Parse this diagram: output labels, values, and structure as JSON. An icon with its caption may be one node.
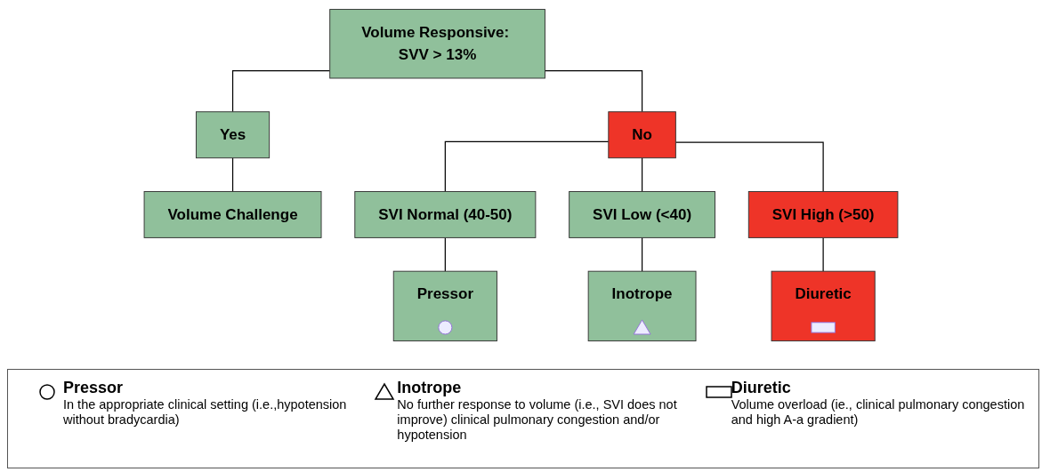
{
  "diagram": {
    "nodes": [
      {
        "text": [
          "Volume Responsive: SVV > 13%"
        ]
      },
      {
        "text": [
          "Yes"
        ]
      },
      {
        "text": [
          "No"
        ]
      },
      {
        "text": [
          "Volume Challenge"
        ]
      },
      {
        "text": [
          "SVI Normal (40-50)"
        ]
      },
      {
        "text": [
          "SVI Low (<40)"
        ]
      },
      {
        "text": [
          "SVI High (>50)"
        ]
      },
      {
        "text": [
          "Pressor"
        ]
      },
      {
        "text": [
          "Inotrope"
        ]
      },
      {
        "text": [
          "Diuretic"
        ]
      }
    ],
    "edges": [
      {
        "from": 0,
        "to": 1,
        "arrow": "none"
      },
      {
        "from": 0,
        "to": 2,
        "arrow": "none"
      },
      {
        "from": 1,
        "to": 3,
        "arrow": "none"
      },
      {
        "from": 2,
        "to": 4,
        "arrow": "none"
      },
      {
        "from": 2,
        "to": 5,
        "arrow": "none"
      },
      {
        "from": 2,
        "to": 6,
        "arrow": "none"
      },
      {
        "from": 4,
        "to": 7,
        "arrow": "none"
      },
      {
        "from": 5,
        "to": 8,
        "arrow": "none"
      },
      {
        "from": 6,
        "to": 9,
        "arrow": "none"
      }
    ],
    "labels": [
      "In the appropriate clinical setting (i.e.,hypotension without bradycardia)",
      "No further response to volume (i.e., SVI does not improve) clinical pulmonary congestion and/or hypotension",
      "Volume overload (ie., clinical pulmonary congestion and high A-a gradient)"
    ],
    "legend": [
      {
        "text": "Pressor"
      },
      {
        "text": "Inotrope"
      },
      {
        "text": "Diuretic"
      }
    ]
  }
}
